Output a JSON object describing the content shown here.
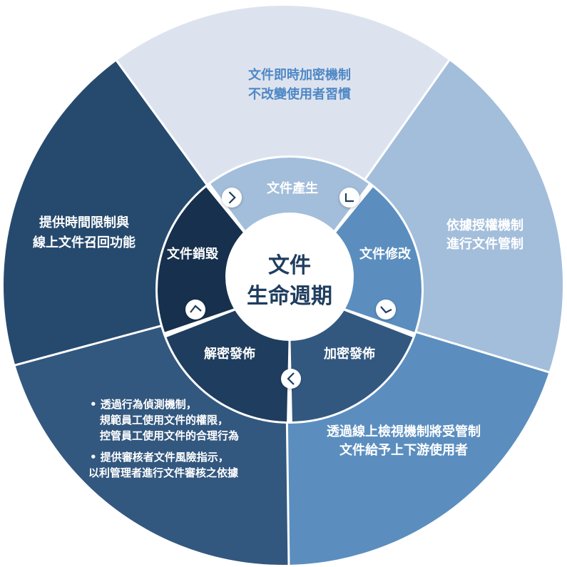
{
  "center": {
    "line1": "文件",
    "line2": "生命週期"
  },
  "stages": {
    "create": "文件產生",
    "modify": "文件修改",
    "encrypt_publish": "加密發佈",
    "decrypt_publish": "解密發佈",
    "destroy": "文件銷毀"
  },
  "outer": {
    "top": {
      "line1": "文件即時加密機制",
      "line2": "不改變使用者習慣"
    },
    "right": {
      "line1": "依據授權機制",
      "line2": "進行文件管制"
    },
    "bottom_right": {
      "line1": "透過線上檢視機制將受管制",
      "line2": "文件給予上下游使用者"
    },
    "bottom_left": {
      "bullet1_line1": "• 透過行為偵測機制，",
      "bullet1_line2": "規範員工使用文件的權限，",
      "bullet1_line3": "控管員工使用文件的合理行為",
      "bullet2_line1": "• 提供審核者文件風險指示，",
      "bullet2_line2": "以利管理者進行文件審核之依據"
    },
    "left": {
      "line1": "提供時間限制與",
      "line2": "線上文件召回功能"
    }
  },
  "colors": {
    "outer_top": "#dde3ee",
    "outer_right": "#a3bedb",
    "outer_bottom_right": "#5b8ebf",
    "outer_bottom_left": "#33587f",
    "outer_left": "#264a6e",
    "inner_create": "#a3bedb",
    "inner_modify": "#5b8ebf",
    "inner_encrypt": "#33587f",
    "inner_decrypt": "#1f3d5e",
    "inner_destroy": "#16304d",
    "center_text": "#1f3d5e",
    "top_text": "#4f88c6"
  },
  "icons": {
    "arrow1": "chevron-right-icon",
    "arrow2": "chevron-down-right-icon",
    "arrow3": "chevron-down-left-icon",
    "arrow4": "chevron-left-icon",
    "arrow5": "chevron-up-left-icon"
  }
}
